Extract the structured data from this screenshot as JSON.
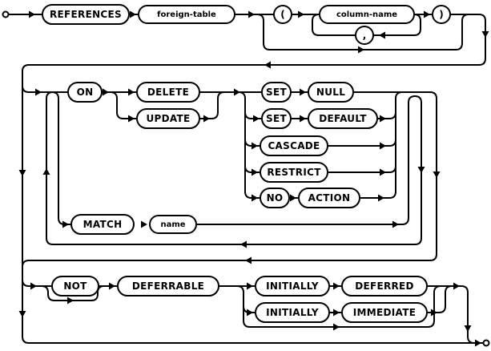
{
  "colors": {
    "line": "#000000",
    "background": "#ffffff",
    "node_fill": "#ffffff"
  },
  "nodes": {
    "references": "REFERENCES",
    "foreign_table": "foreign-table",
    "lparen": "(",
    "column_name": "column-name",
    "comma": ",",
    "rparen": ")",
    "on": "ON",
    "delete": "DELETE",
    "update": "UPDATE",
    "set_a": "SET",
    "null": "NULL",
    "set_b": "SET",
    "default": "DEFAULT",
    "cascade": "CASCADE",
    "restrict": "RESTRICT",
    "no": "NO",
    "action": "ACTION",
    "match": "MATCH",
    "name": "name",
    "not": "NOT",
    "deferrable": "DEFERRABLE",
    "initially_a": "INITIALLY",
    "deferred": "DEFERRED",
    "initially_b": "INITIALLY",
    "immediate": "IMMEDIATE"
  }
}
